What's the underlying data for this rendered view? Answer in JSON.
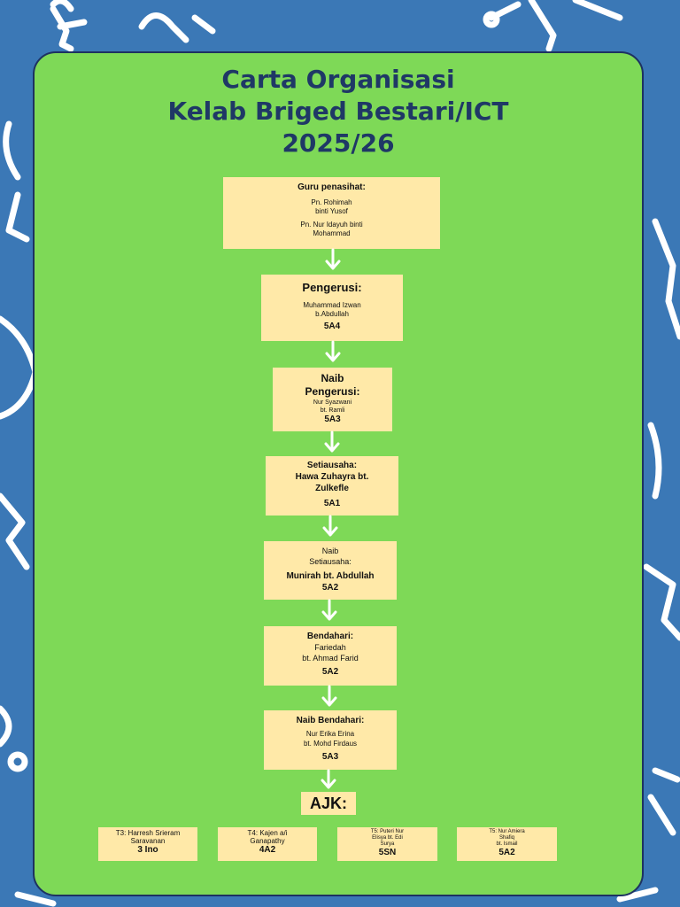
{
  "title": {
    "line1": "Carta Organisasi",
    "line2": "Kelab Briged Bestari/ICT",
    "line3": "2025/26"
  },
  "advisor": {
    "heading": "Guru penasihat:",
    "name1_line1": "Pn. Rohimah",
    "name1_line2": "binti Yusof",
    "name2_line1": "Pn. Nur Idayuh binti",
    "name2_line2": "Mohammad"
  },
  "chair": {
    "heading": "Pengerusi:",
    "name_line1": "Muhammad Izwan",
    "name_line2": "b.Abdullah",
    "class": "5A4"
  },
  "vice_chair": {
    "heading_line1": "Naib",
    "heading_line2": "Pengerusi:",
    "name_line1": "Nur Syazwani",
    "name_line2": "bt. Ramli",
    "class": "5A3"
  },
  "secretary": {
    "heading": "Setiausaha:",
    "name_line1": "Hawa Zuhayra bt.",
    "name_line2": "Zulkefle",
    "class": "5A1"
  },
  "vice_secretary": {
    "heading_line1": "Naib",
    "heading_line2": "Setiausaha:",
    "name": "Munirah bt. Abdullah",
    "class": "5A2"
  },
  "treasurer": {
    "heading": "Bendahari:",
    "name_line1": "Fariedah",
    "name_line2": "bt. Ahmad Farid",
    "class": "5A2"
  },
  "vice_treasurer": {
    "heading": "Naib Bendahari:",
    "name_line1": "Nur Erika Erina",
    "name_line2": "bt. Mohd Firdaus",
    "class": "5A3"
  },
  "ajk": {
    "label": "AJK:",
    "members": [
      {
        "line1": "T3: Harresh Srieram",
        "line2": "Saravanan",
        "line3": "",
        "class": "3 Ino"
      },
      {
        "line1": "T4: Kajen a/i",
        "line2": "Ganapathy",
        "line3": "",
        "class": "4A2"
      },
      {
        "line1": "T5: Puteri Nur",
        "line2": "Elisya bt. Edi",
        "line3": "Surya",
        "class": "5SN"
      },
      {
        "line1": "T5: Nur Amiera",
        "line2": "Shafiq",
        "line3": "bt. Ismail",
        "class": "5A2"
      }
    ]
  },
  "colors": {
    "background": "#3b78b6",
    "panel": "#7ed957",
    "box": "#ffe9a8",
    "title": "#1f3866",
    "arrow": "#ffffff"
  }
}
